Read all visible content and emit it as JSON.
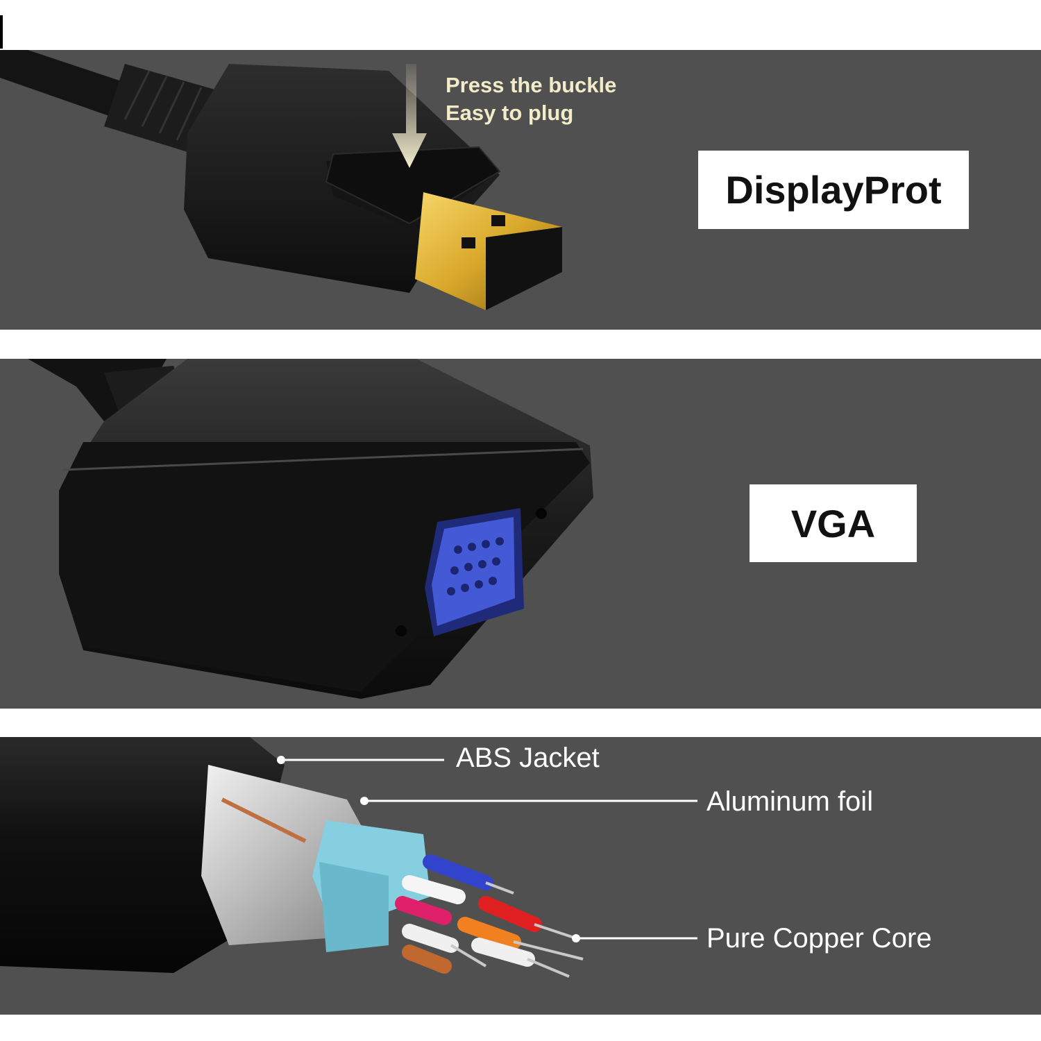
{
  "panels": {
    "displayport": {
      "label": "DisplayProt",
      "hint_line1": "Press the buckle",
      "hint_line2": "Easy to plug"
    },
    "vga": {
      "label": "VGA"
    },
    "cable": {
      "callouts": [
        "ABS Jacket",
        "Aluminum foil",
        "Pure Copper Core"
      ]
    }
  },
  "colors": {
    "panel_bg": "#505050",
    "gold_plug": "#e0b430",
    "vga_blue": "#3a4fc4",
    "label_bg": "#ffffff",
    "hint_text": "#f2ecc8"
  },
  "icons": [
    "press-arrow-icon",
    "displayport-plug",
    "vga-adapter",
    "cable-cross-section"
  ]
}
